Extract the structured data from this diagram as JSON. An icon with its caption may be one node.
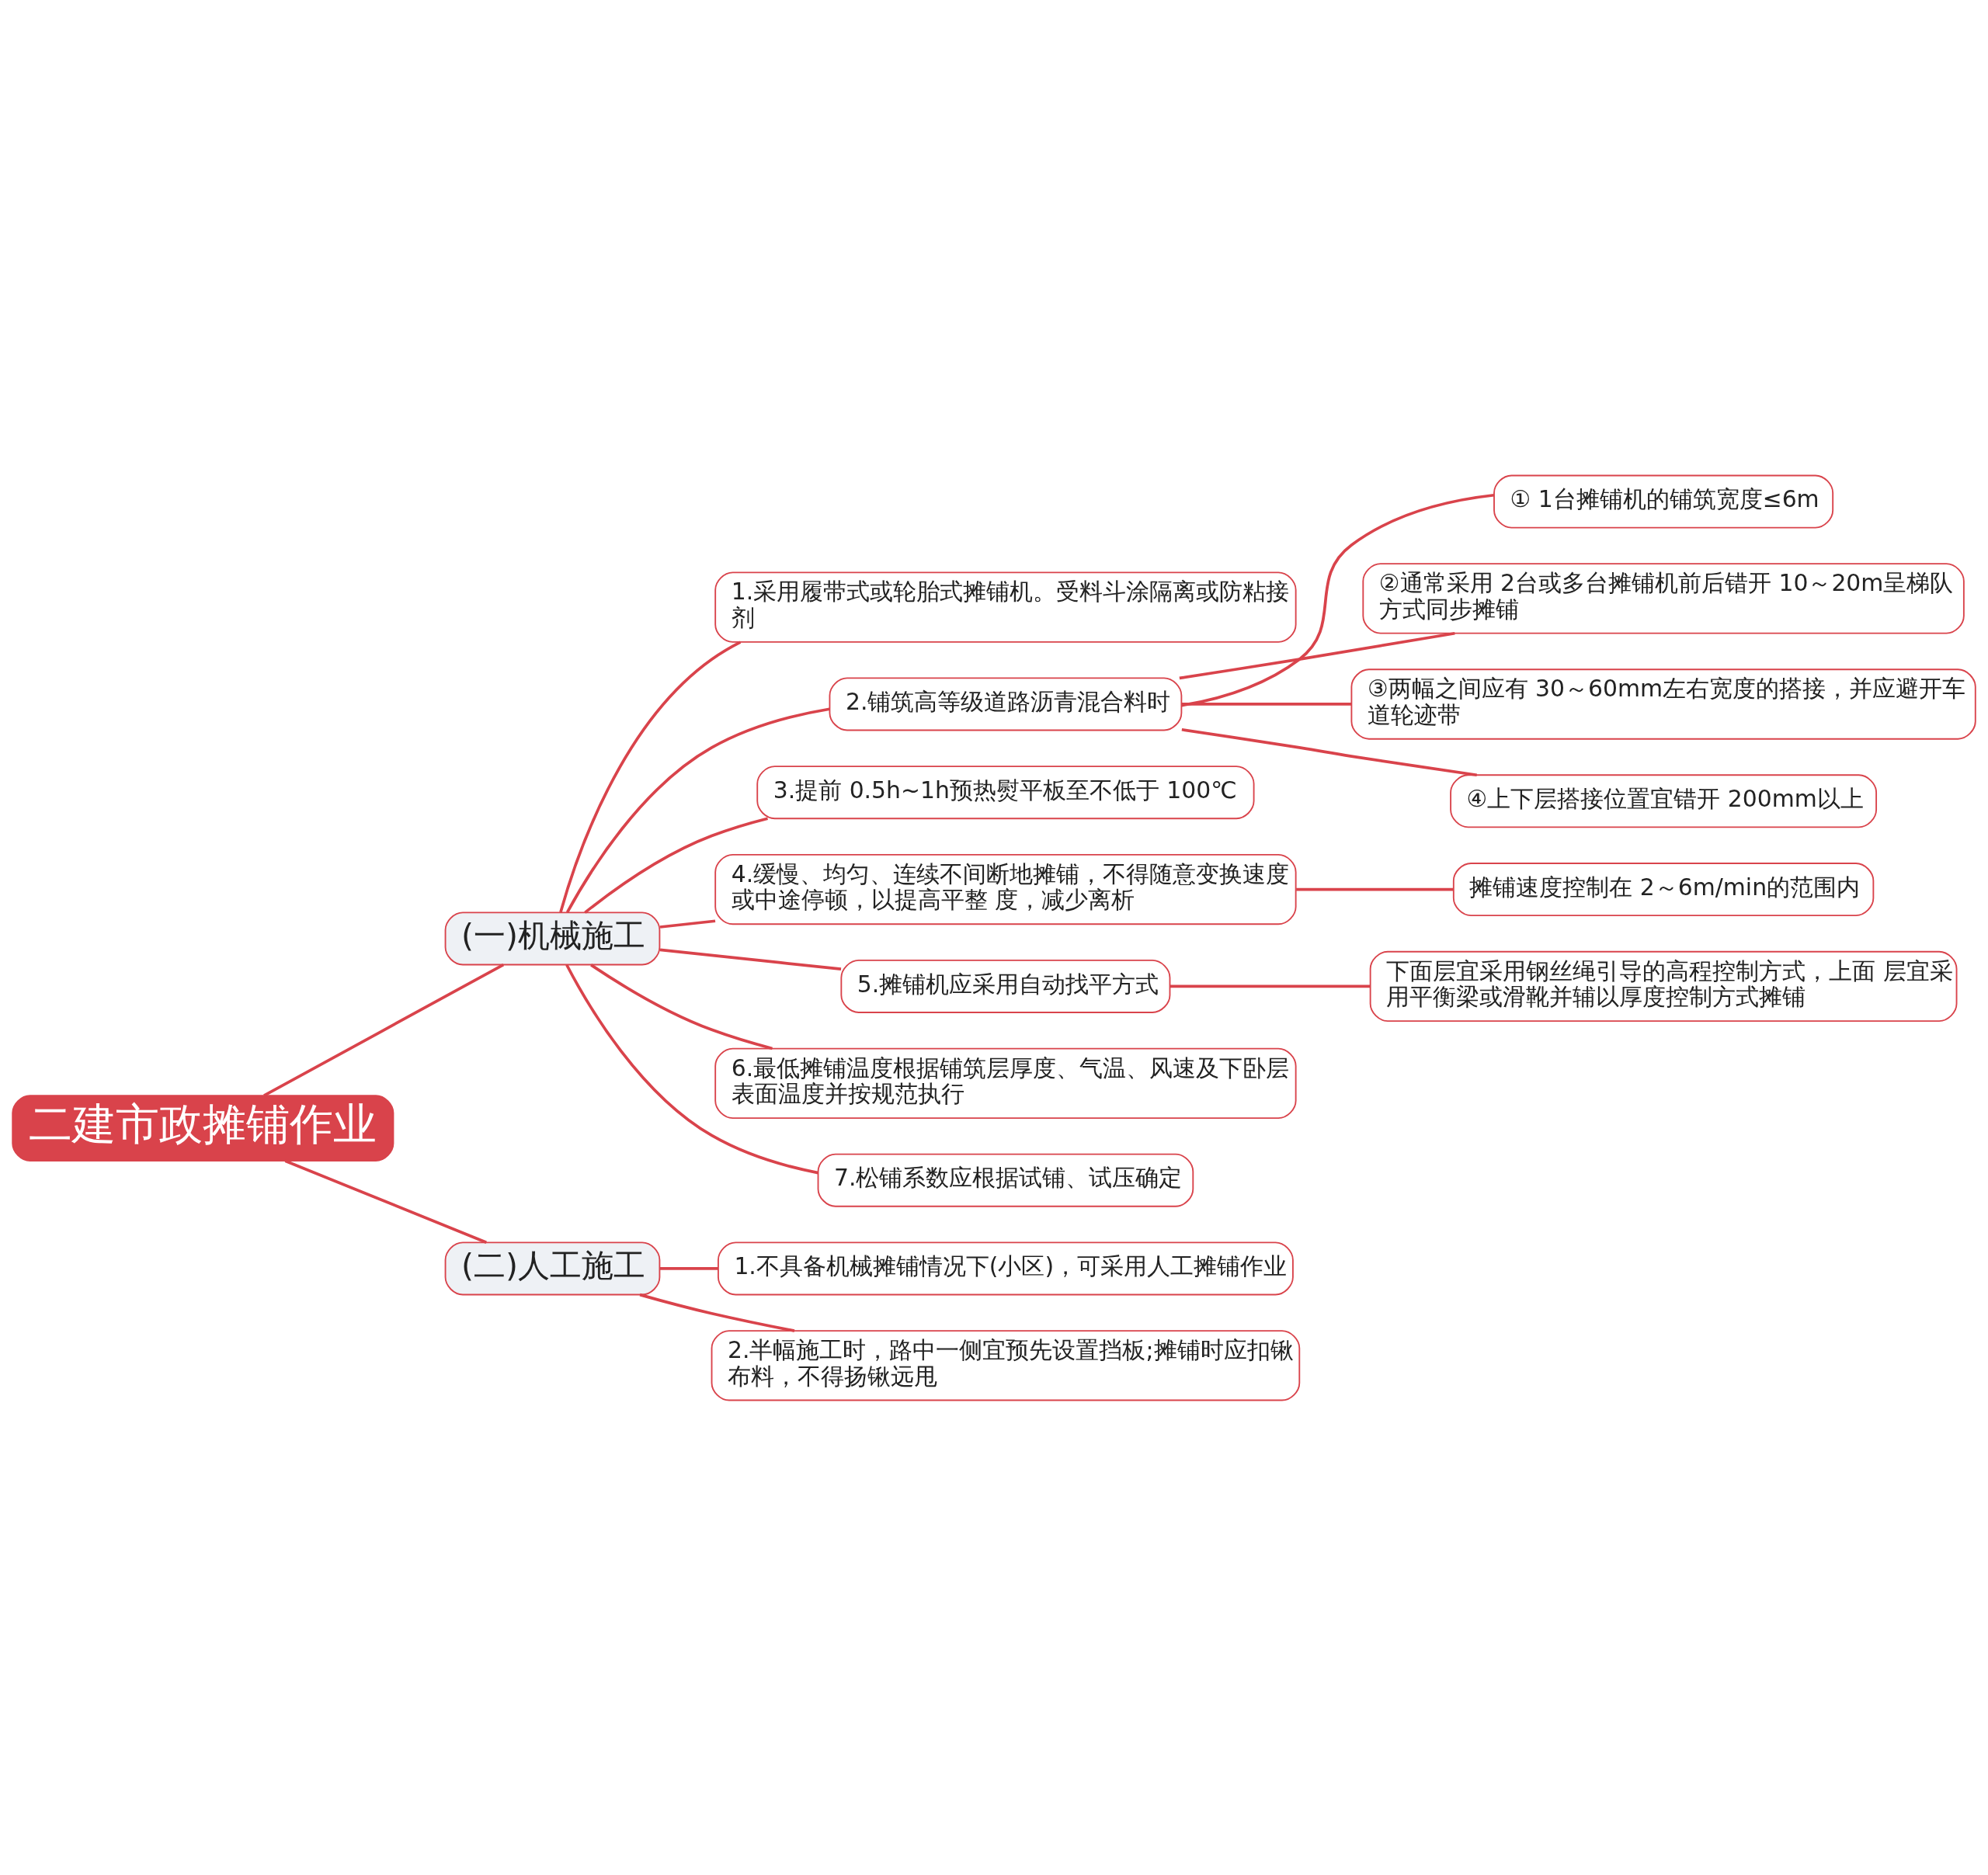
{
  "diagram": {
    "nodes": [
      {
        "text": [
          "二建市政摊铺作业"
        ]
      },
      {
        "text": [
          "(一)机械施工"
        ]
      },
      {
        "text": [
          "1.采用履带式或轮胎式摊铺机。受料斗涂隔离或防粘接剂"
        ]
      },
      {
        "text": [
          "2.铺筑高等级道路沥青混合料时"
        ]
      },
      {
        "text": [
          "① 1台摊铺机的铺筑宽度≤6m"
        ]
      },
      {
        "text": [
          "②通常采用 2台或多台摊铺机前后错开 10～20m呈梯队方式同步摊铺"
        ]
      },
      {
        "text": [
          "③两幅之间应有 30～60mm左右宽度的搭接，并应避开车道轮迹带"
        ]
      },
      {
        "text": [
          "④上下层搭接位置宜错开 200mm以上"
        ]
      },
      {
        "text": [
          "3.提前 0.5h~1h预热熨平板至不低于 100℃"
        ]
      },
      {
        "text": [
          "4.缓慢、均匀、连续不间断地摊铺，不得随意变换速度或中途停顿，以提高平整 度，减少离析"
        ]
      },
      {
        "text": [
          "摊铺速度控制在 2～6m/min的范围内"
        ]
      },
      {
        "text": [
          "5.摊铺机应采用自动找平方式"
        ]
      },
      {
        "text": [
          "下面层宜采用钢丝绳引导的高程控制方式，上面 层宜采用平衡梁或滑靴并辅以厚度控制方式摊铺"
        ]
      },
      {
        "text": [
          "6.最低摊铺温度根据铺筑层厚度、气温、风速及下卧层表面温度并按规范执行"
        ]
      },
      {
        "text": [
          "7.松铺系数应根据试铺、试压确定"
        ]
      },
      {
        "text": [
          "(二)人工施工"
        ]
      },
      {
        "text": [
          "1.不具备机械摊铺情况下(小区)，可采用人工摊铺作业"
        ]
      },
      {
        "text": [
          "2.半幅施工时，路中一侧宜预先设置挡板;摊铺时应扣锹布料，不得扬锹远甩"
        ]
      }
    ],
    "edges": [
      {
        "from": 0,
        "to": 1,
        "arrow": "none"
      },
      {
        "from": 1,
        "to": 2,
        "arrow": "none"
      },
      {
        "from": 1,
        "to": 3,
        "arrow": "none"
      },
      {
        "from": 3,
        "to": 4,
        "arrow": "none"
      },
      {
        "from": 3,
        "to": 5,
        "arrow": "none"
      },
      {
        "from": 3,
        "to": 6,
        "arrow": "none"
      },
      {
        "from": 3,
        "to": 7,
        "arrow": "none"
      },
      {
        "from": 1,
        "to": 8,
        "arrow": "none"
      },
      {
        "from": 1,
        "to": 9,
        "arrow": "none"
      },
      {
        "from": 9,
        "to": 10,
        "arrow": "none"
      },
      {
        "from": 1,
        "to": 11,
        "arrow": "none"
      },
      {
        "from": 11,
        "to": 12,
        "arrow": "none"
      },
      {
        "from": 1,
        "to": 13,
        "arrow": "none"
      },
      {
        "from": 1,
        "to": 14,
        "arrow": "none"
      },
      {
        "from": 0,
        "to": 15,
        "arrow": "none"
      },
      {
        "from": 15,
        "to": 16,
        "arrow": "none"
      },
      {
        "from": 15,
        "to": 17,
        "arrow": "none"
      }
    ]
  }
}
